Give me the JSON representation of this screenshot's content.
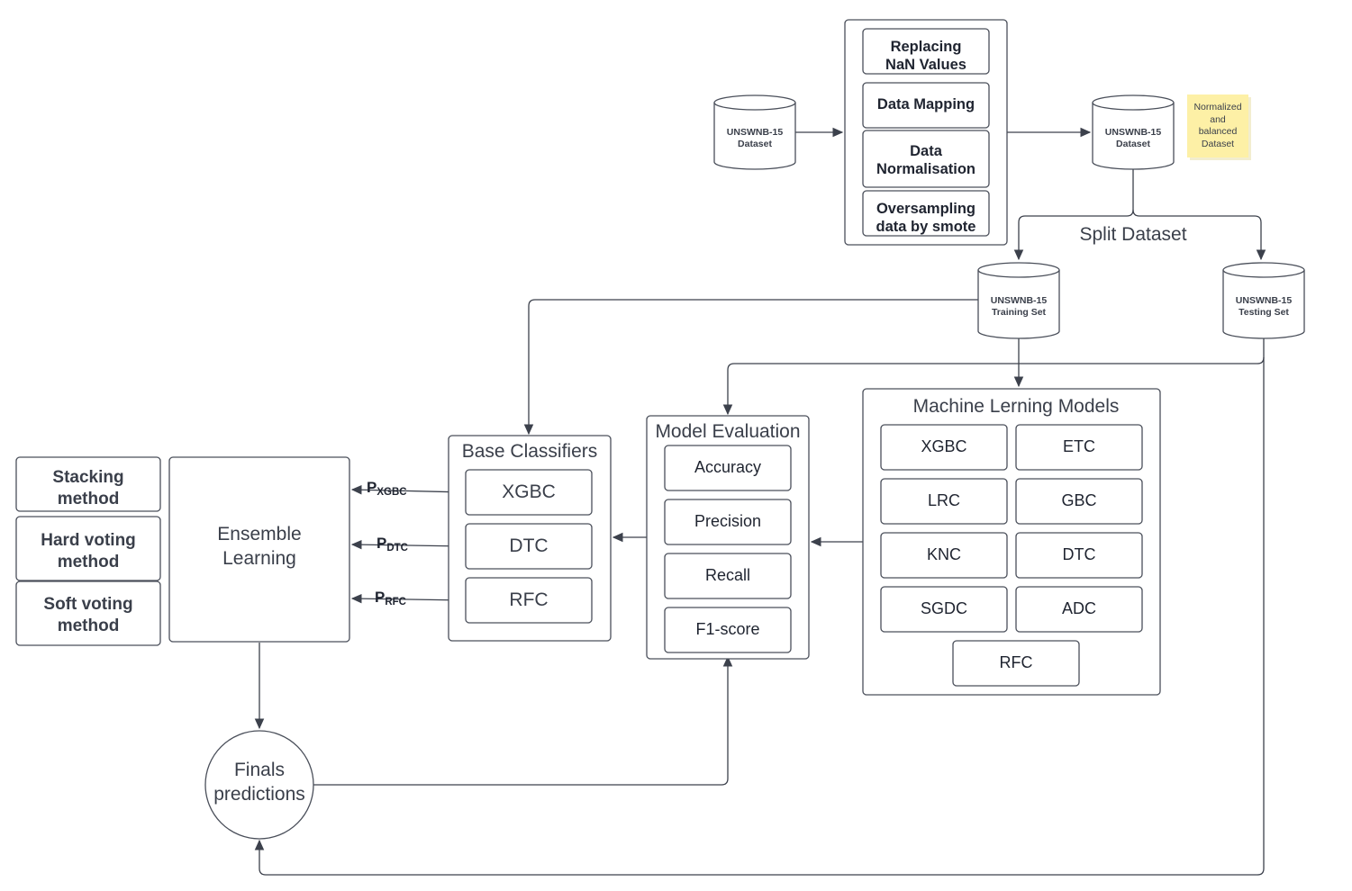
{
  "preprocessing": {
    "input_dataset": [
      "UNSWNB-15",
      "Dataset"
    ],
    "steps": [
      [
        "Replacing",
        "NaN Values"
      ],
      [
        "Data Mapping"
      ],
      [
        "Data",
        "Normalisation"
      ],
      [
        "Oversampling",
        "data by smote"
      ]
    ],
    "output_dataset": [
      "UNSWNB-15",
      "Dataset"
    ],
    "note": [
      "Normalized",
      "and",
      "balanced",
      "Dataset"
    ]
  },
  "split": {
    "label": "Split Dataset",
    "training": [
      "UNSWNB-15",
      "Training Set"
    ],
    "testing": [
      "UNSWNB-15",
      "Testing Set"
    ]
  },
  "ml_models": {
    "title": "Machine Lerning Models",
    "items": [
      "XGBC",
      "ETC",
      "LRC",
      "GBC",
      "KNC",
      "DTC",
      "SGDC",
      "ADC",
      "RFC"
    ]
  },
  "model_evaluation": {
    "title": "Model Evaluation",
    "metrics": [
      "Accuracy",
      "Precision",
      "Recall",
      "F1-score"
    ]
  },
  "base_classifiers": {
    "title": "Base Classifiers",
    "items": [
      "XGBC",
      "DTC",
      "RFC"
    ]
  },
  "probabilities": [
    {
      "p": "P",
      "sub": "XGBC"
    },
    {
      "p": "P",
      "sub": "DTC"
    },
    {
      "p": "P",
      "sub": "RFC"
    }
  ],
  "ensemble": {
    "label": [
      "Ensemble",
      "Learning"
    ],
    "methods": [
      [
        "Stacking",
        "method"
      ],
      [
        "Hard voting",
        "method"
      ],
      [
        "Soft voting",
        "method"
      ]
    ]
  },
  "final": {
    "label": [
      "Finals",
      "predictions"
    ]
  },
  "colors": {
    "stroke": "#4a4f5a",
    "note_fill": "#fdf0a6",
    "text": "#1f2430"
  }
}
